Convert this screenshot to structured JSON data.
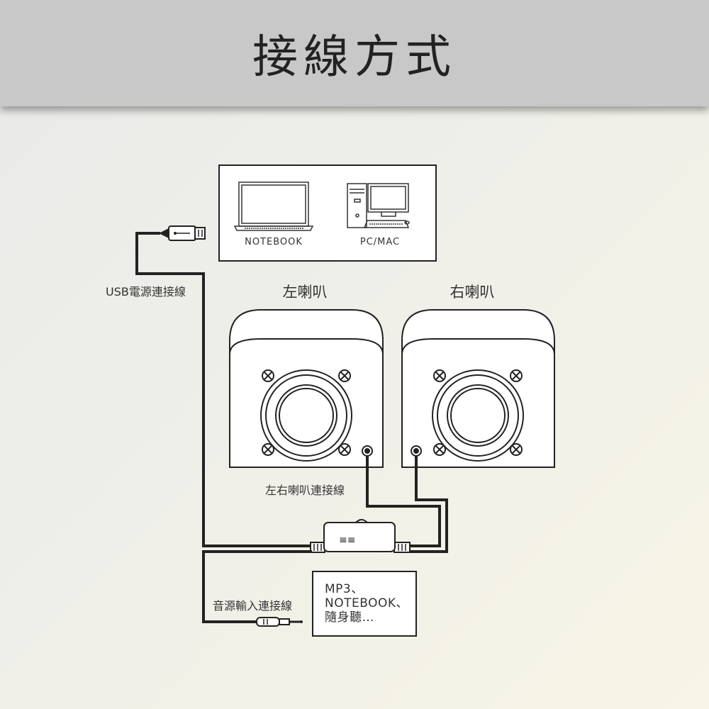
{
  "title": "接線方式",
  "devices": {
    "notebook_label": "NOTEBOOK",
    "pc_label": "PC/MAC"
  },
  "labels": {
    "usb_cable": "USB電源連接線",
    "left_speaker": "左喇叭",
    "right_speaker": "右喇叭",
    "speaker_cable": "左右喇叭連接線",
    "audio_cable": "音源輸入連接線",
    "control_box": "≡≡"
  },
  "source_box": {
    "line1": "MP3、",
    "line2": "NOTEBOOK、",
    "line3": "隨身聽…"
  },
  "colors": {
    "line": "#222222",
    "header_bg": "#c8c8c8"
  }
}
